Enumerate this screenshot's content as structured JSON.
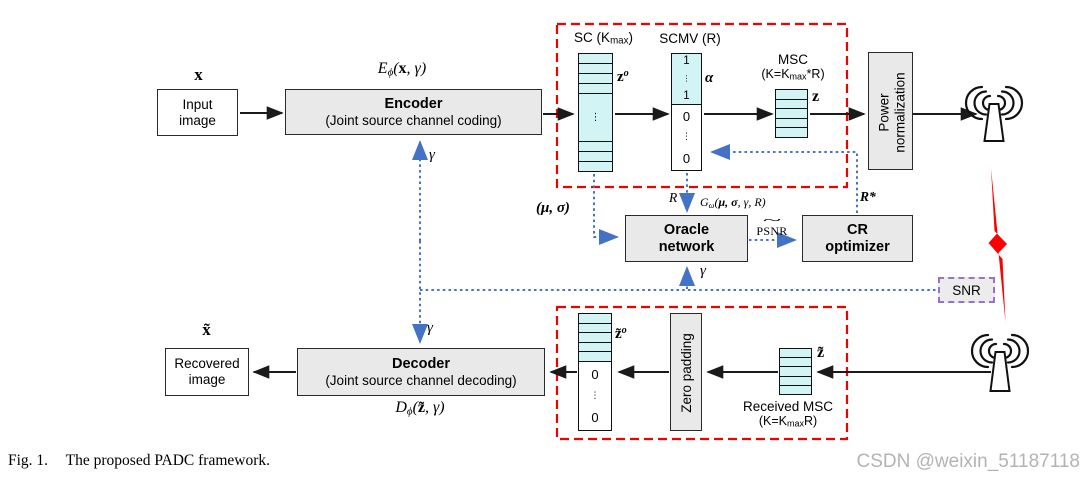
{
  "colors": {
    "accent_blue": "#4472c4",
    "region_red": "#f20000",
    "snr_purple": "#9673c6",
    "box_gray": "#e9e9e9",
    "stack_cyan": "#d3f4f5",
    "bolt_red": "#ff0000"
  },
  "caption": {
    "fig": "Fig. 1.",
    "text": "The proposed PADC framework."
  },
  "watermark": "CSDN @weixin_51187118",
  "encoder_row": {
    "x_label": "x",
    "input_box": {
      "line1": "Input",
      "line2": "image"
    },
    "encoder_fn": {
      "base": "E",
      "sub": "ϕ",
      "paren": "(",
      "arg_bold": "x",
      "rest": ", γ)"
    },
    "encoder": {
      "title": "Encoder",
      "subtitle": "(Joint source channel coding)"
    },
    "sc": {
      "title_pre": "SC (K",
      "title_sub": "max",
      "title_post": ")",
      "dots": "⋮"
    },
    "z_o": {
      "base": "z",
      "sup": "o"
    },
    "scmv": {
      "title": "SCMV (R)",
      "top_cells": [
        "1",
        "⋮",
        "1"
      ],
      "bottom_cells": [
        "0",
        "⋮",
        "0"
      ]
    },
    "alpha": "α",
    "msc": {
      "title": "MSC",
      "sub_pre": "(K=K",
      "sub_sub": "max",
      "sub_post": "*R)"
    },
    "z_label": "z",
    "power": {
      "line1": "Power",
      "line2": "normalization"
    }
  },
  "control": {
    "mu_sigma": "(μ, σ)",
    "r_label": "R",
    "g_fn": {
      "base": "G",
      "sub": "ω",
      "paren": "(",
      "arg_bold": "μ, σ",
      "rest": ", γ, R)"
    },
    "oracle": {
      "line1": "Oracle",
      "line2": "network"
    },
    "psnr_tilde": "~",
    "psnr": "PSNR",
    "cr": {
      "line1": "CR",
      "line2": "optimizer"
    },
    "r_star": "R*",
    "gamma_encoder": "γ",
    "gamma_oracle": "γ",
    "gamma_decoder": "γ",
    "snr": "SNR"
  },
  "decoder_row": {
    "x_label": "x̃",
    "recovered_box": {
      "line1": "Recovered",
      "line2": "image"
    },
    "decoder": {
      "title": "Decoder",
      "subtitle": "(Joint source channel decoding)"
    },
    "decoder_fn": {
      "base": "D",
      "sub": "ϕ",
      "paren": "(",
      "arg_bold": "z̃",
      "rest": ", γ)"
    },
    "z_o": {
      "base": "z̃",
      "sup": "o",
      "cells": [
        "0",
        "⋮",
        "0"
      ]
    },
    "zero_padding": "Zero padding",
    "received": {
      "z": "z̃",
      "line1": "Received MSC",
      "sub_pre": "(K=K",
      "sub_sub": "max",
      "sub_post": "R)"
    }
  }
}
